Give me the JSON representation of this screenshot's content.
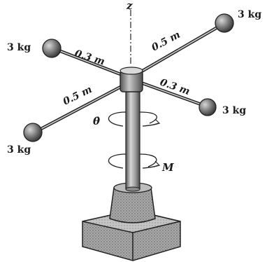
{
  "axis_label": "z",
  "masses": {
    "top_right": "3 kg",
    "top_left": "3 kg",
    "right": "3 kg",
    "bottom_left": "3 kg"
  },
  "lengths": {
    "top_left_arm": "0.3 m",
    "top_right_arm": "0.5 m",
    "right_arm": "0.3 m",
    "bottom_left_arm": "0.5 m"
  },
  "angular_velocity_label": "θ̇",
  "moment_label": "M"
}
